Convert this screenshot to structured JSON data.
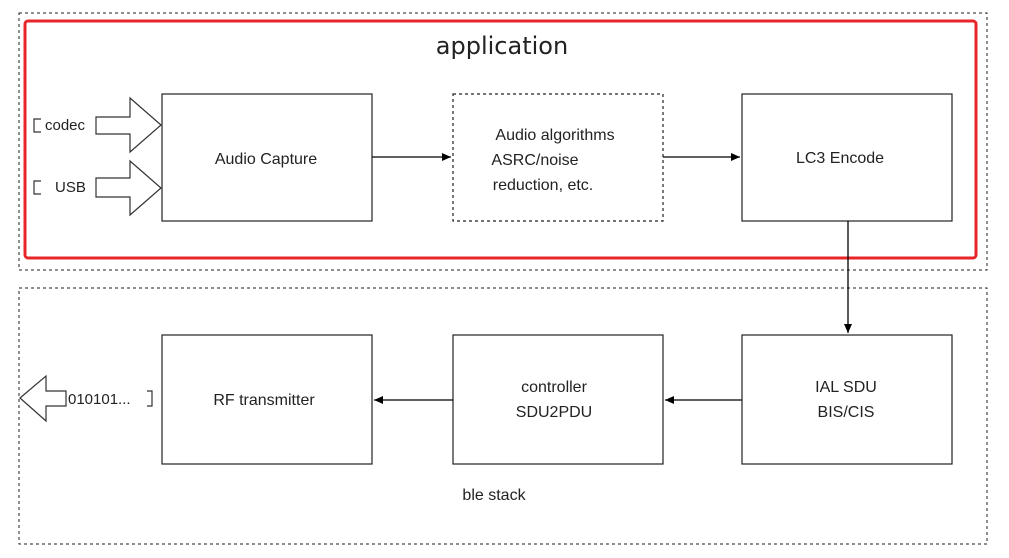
{
  "application_region": {
    "title": "application",
    "highlight_color": "#e8262a"
  },
  "ble_stack_region": {
    "title": "ble stack"
  },
  "inputs": {
    "codec": "codec",
    "usb": "USB"
  },
  "output": {
    "bits": "010101..."
  },
  "blocks": {
    "audio_capture": "Audio Capture",
    "audio_algorithms": [
      "Audio algorithms",
      "ASRC/noise",
      "reduction, etc."
    ],
    "lc3_encode": "LC3 Encode",
    "ial_sdu": [
      "IAL SDU",
      "BIS/CIS"
    ],
    "controller": [
      "controller",
      "SDU2PDU"
    ],
    "rf_transmitter": "RF transmitter"
  }
}
